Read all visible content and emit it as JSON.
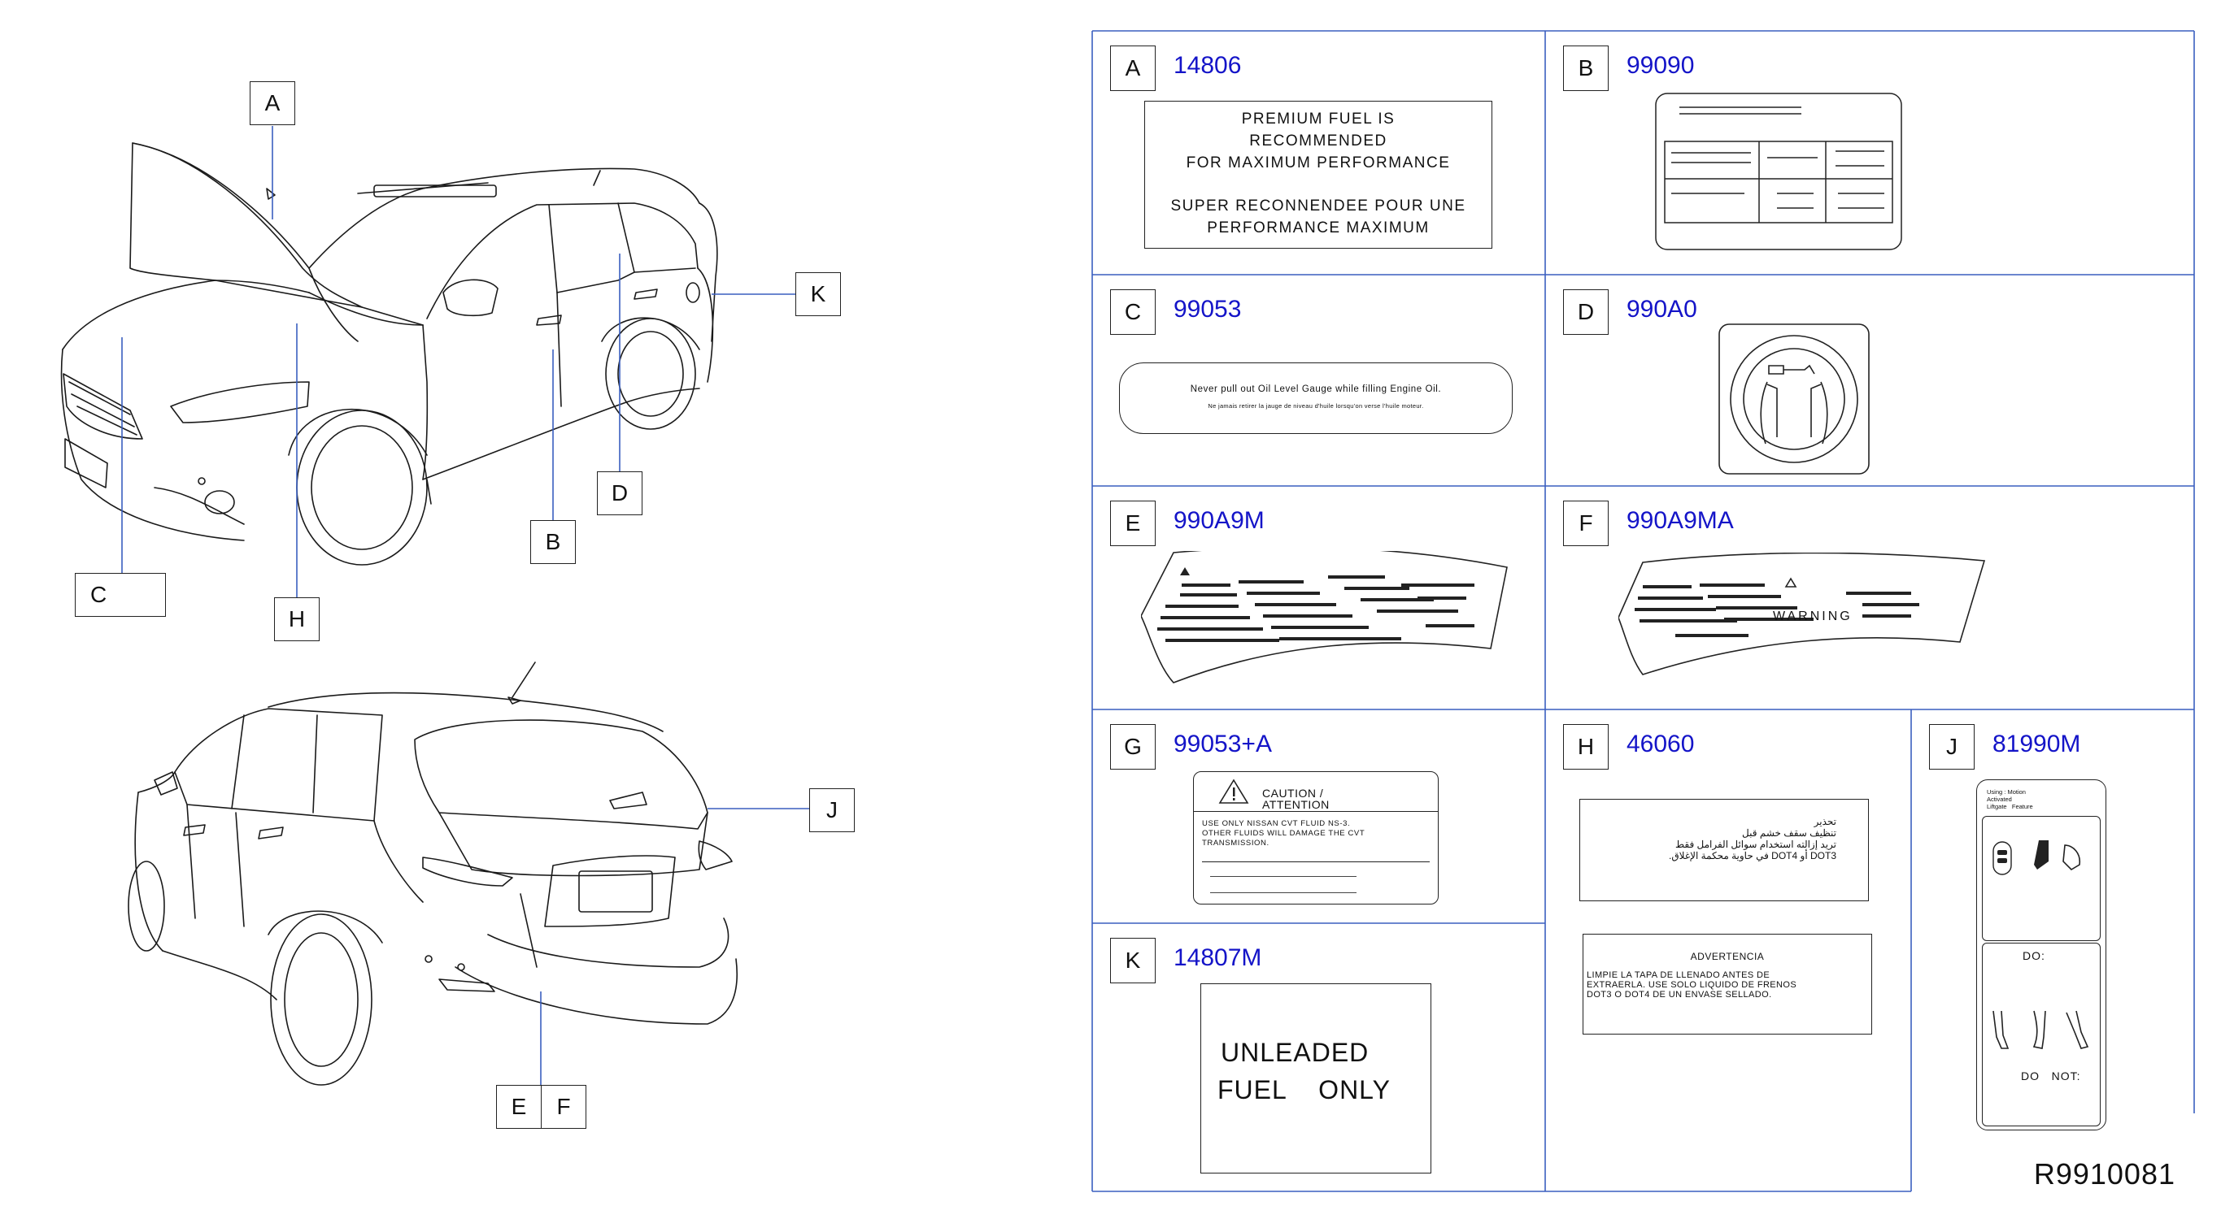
{
  "callouts": {
    "A": "A",
    "B": "B",
    "C": "C",
    "D": "D",
    "E": "E",
    "F": "F",
    "H": "H",
    "J": "J",
    "K": "K"
  },
  "cells": {
    "A": {
      "letter": "A",
      "part": "14806",
      "lines": [
        "PREMIUM    FUEL    IS",
        "RECOMMENDED",
        "FOR    MAXIMUM    PERFORMANCE",
        "",
        "SUPER    RECONNENDEE    POUR    UNE",
        "PERFORMANCE    MAXIMUM"
      ]
    },
    "B": {
      "letter": "B",
      "part": "99090"
    },
    "C": {
      "letter": "C",
      "part": "99053",
      "line1": "Never    pull    out    Oil    Level    Gauge    while    filling    Engine    Oil.",
      "line2": "Ne    jamais    retirer    la    jauge    de    niveau    d'huile    lorsqu'on    verse    l'huile    moteur."
    },
    "D": {
      "letter": "D",
      "part": "990A0"
    },
    "E": {
      "letter": "E",
      "part": "990A9M"
    },
    "F": {
      "letter": "F",
      "part": "990A9MA",
      "warning": "WARNING"
    },
    "G": {
      "letter": "G",
      "part": "99053+A",
      "caution": "CAUTION    /",
      "attention": "ATTENTION",
      "body1": "USE    ONLY    NISSAN    CVT    FLUID    NS-3.",
      "body2": "OTHER    FLUIDS    WILL    DAMAGE    THE    CVT",
      "body3": "TRANSMISSION."
    },
    "H": {
      "letter": "H",
      "part": "46060",
      "ar1": "تحذير",
      "ar2": "تنظيف سقف خشم قبل",
      "ar3": "تريد إزالته استخدام سوائل الفرامل فقط",
      "ar4": "DOT3  أو  DOT4  في حاوية محكمة الإغلاق.",
      "es_title": "ADVERTENCIA",
      "es1": "LIMPIE    LA    TAPA    DE    LLENADO    ANTES    DE",
      "es2": "EXTRAERLA.    USE    SOLO    LIQUIDO    DE    FRENOS",
      "es3": "DOT3    O    DOT4    DE    UN    ENVASE    SELLADO."
    },
    "J": {
      "letter": "J",
      "part": "81990M",
      "head1": "Using",
      "head2": "Motion",
      "head3": "Activated",
      "head4": "Liftgate",
      "head5": "Feature",
      "do": "DO:",
      "donot": "DO   NOT:"
    },
    "K": {
      "letter": "K",
      "part": "14807M",
      "line1": "UNLEADED",
      "line2": "FUEL    ONLY"
    }
  },
  "reference": "R9910081",
  "colors": {
    "part_number": "#1414c8",
    "grid": "#3a5fbf",
    "callout_line": "#3a5fbf"
  }
}
